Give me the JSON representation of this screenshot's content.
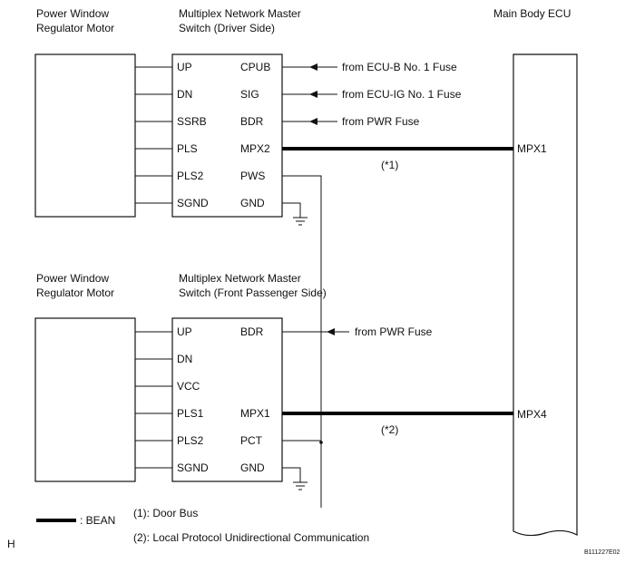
{
  "headers": {
    "motor_top_line1": "Power Window",
    "motor_top_line2": "Regulator Motor",
    "driver_switch_line1": "Multiplex Network Master",
    "driver_switch_line2": "Switch (Driver Side)",
    "main_ecu": "Main Body ECU",
    "motor_bottom_line1": "Power Window",
    "motor_bottom_line2": "Regulator Motor",
    "passenger_switch_line1": "Multiplex Network Master",
    "passenger_switch_line2": "Switch (Front Passenger Side)"
  },
  "driver_switch": {
    "left_pins": [
      "UP",
      "DN",
      "SSRB",
      "PLS",
      "PLS2",
      "SGND"
    ],
    "right_pins": [
      "CPUB",
      "SIG",
      "BDR",
      "MPX2",
      "PWS",
      "GND"
    ]
  },
  "passenger_switch": {
    "left_pins": [
      "UP",
      "DN",
      "VCC",
      "PLS1",
      "PLS2",
      "SGND"
    ],
    "right_pins": [
      "BDR",
      "",
      "",
      "MPX1",
      "PCT",
      "GND"
    ]
  },
  "sources": {
    "cpub": "from ECU-B No. 1 Fuse",
    "sig": "from ECU-IG No. 1 Fuse",
    "bdr_driver": "from PWR Fuse",
    "bdr_passenger": "from PWR Fuse"
  },
  "ecu_pins": {
    "top": "MPX1",
    "bottom": "MPX4"
  },
  "bus_notes": {
    "top": "(*1)",
    "bottom": "(*2)"
  },
  "legend": {
    "bean": ": BEAN",
    "door_bus": "(1): Door Bus",
    "local_protocol": "(2): Local Protocol Unidirectional Communication"
  },
  "corner_letter": "H",
  "figure_code": "B111227E02"
}
